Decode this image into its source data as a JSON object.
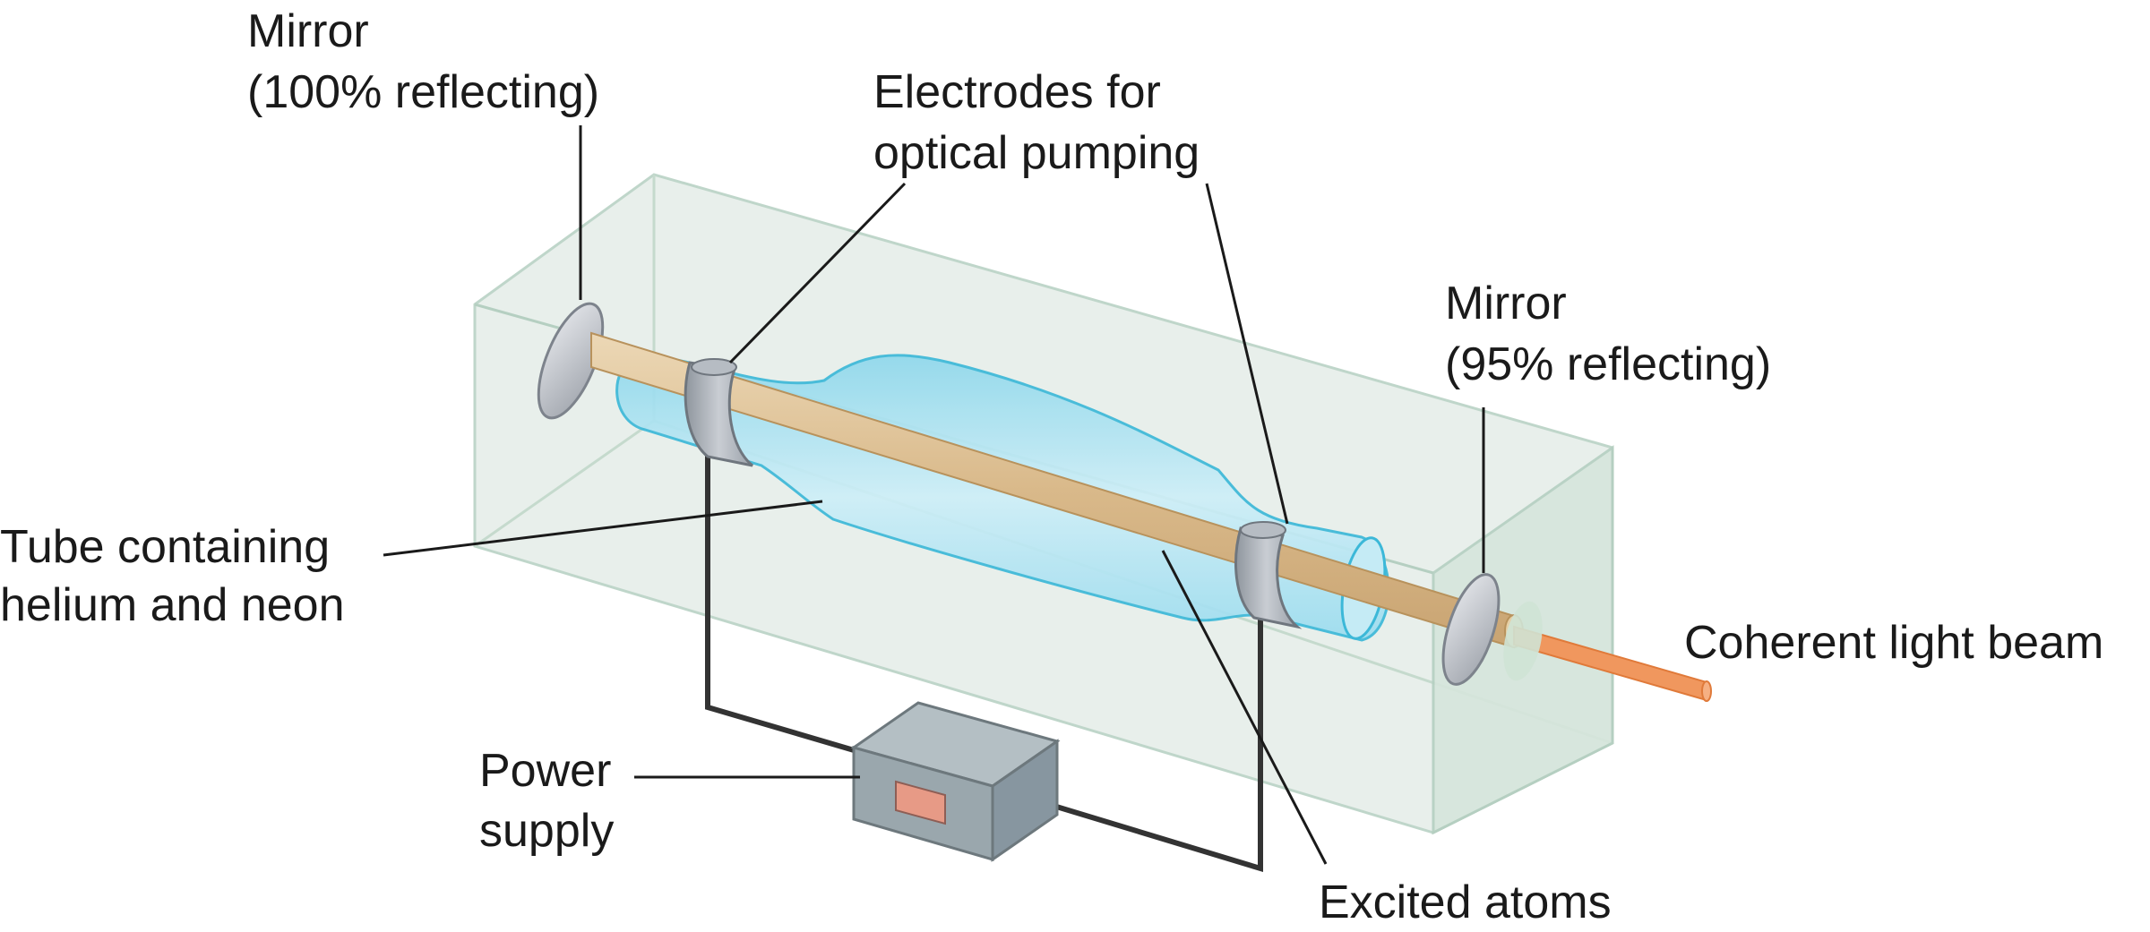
{
  "labels": {
    "mirror_left": [
      "Mirror",
      "(100% reflecting)"
    ],
    "electrodes": [
      "Electrodes for",
      "optical pumping"
    ],
    "mirror_right": [
      "Mirror",
      "(95% reflecting)"
    ],
    "tube": [
      "Tube containing",
      "helium and neon"
    ],
    "beam": "Coherent light beam",
    "power": [
      "Power",
      "supply"
    ],
    "excited": "Excited atoms"
  },
  "colors": {
    "housing_fill": "#e4ede8",
    "housing_edge": "#b5cfc1",
    "tube_fill": "#bfe7f2",
    "tube_edge": "#3cb8d8",
    "rod_fill": "#e0c49a",
    "beam": "#f0975e",
    "mirror_fill": "#c9ccd2",
    "electrode_fill": "#a9afb7",
    "power_box": "#9aa7ad",
    "power_panel": "#e79a86",
    "wire": "#333333"
  }
}
